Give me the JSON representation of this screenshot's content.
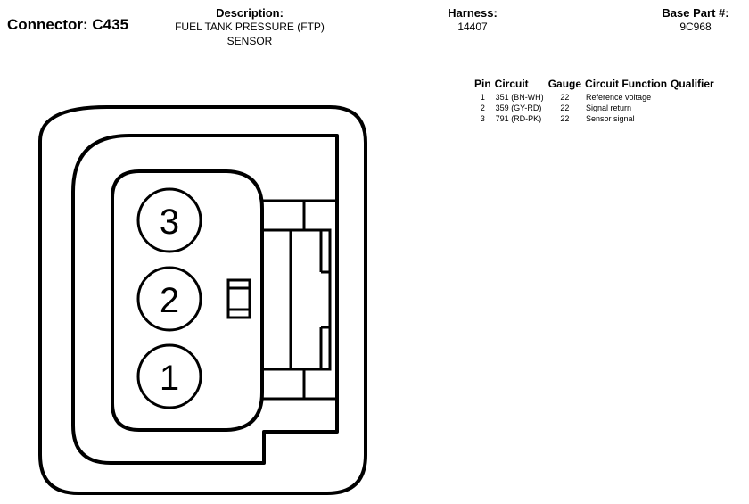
{
  "connector": {
    "title": "Connector: C435"
  },
  "description": {
    "label": "Description:",
    "line1": "FUEL TANK PRESSURE (FTP)",
    "line2": "SENSOR"
  },
  "harness": {
    "label": "Harness:",
    "value": "14407"
  },
  "base_part": {
    "label": "Base Part #:",
    "value": "9C968"
  },
  "table": {
    "headers": {
      "pin": "Pin",
      "circuit": "Circuit",
      "gauge": "Gauge",
      "function": "Circuit Function",
      "qualifier": "Qualifier"
    },
    "rows": [
      {
        "pin": "1",
        "circuit": "351 (BN-WH)",
        "gauge": "22",
        "function": "Reference voltage",
        "qualifier": ""
      },
      {
        "pin": "2",
        "circuit": "359 (GY-RD)",
        "gauge": "22",
        "function": "Signal return",
        "qualifier": ""
      },
      {
        "pin": "3",
        "circuit": "791 (RD-PK)",
        "gauge": "22",
        "function": "Sensor signal",
        "qualifier": ""
      }
    ]
  },
  "pins": {
    "p3": "3",
    "p2": "2",
    "p1": "1"
  }
}
